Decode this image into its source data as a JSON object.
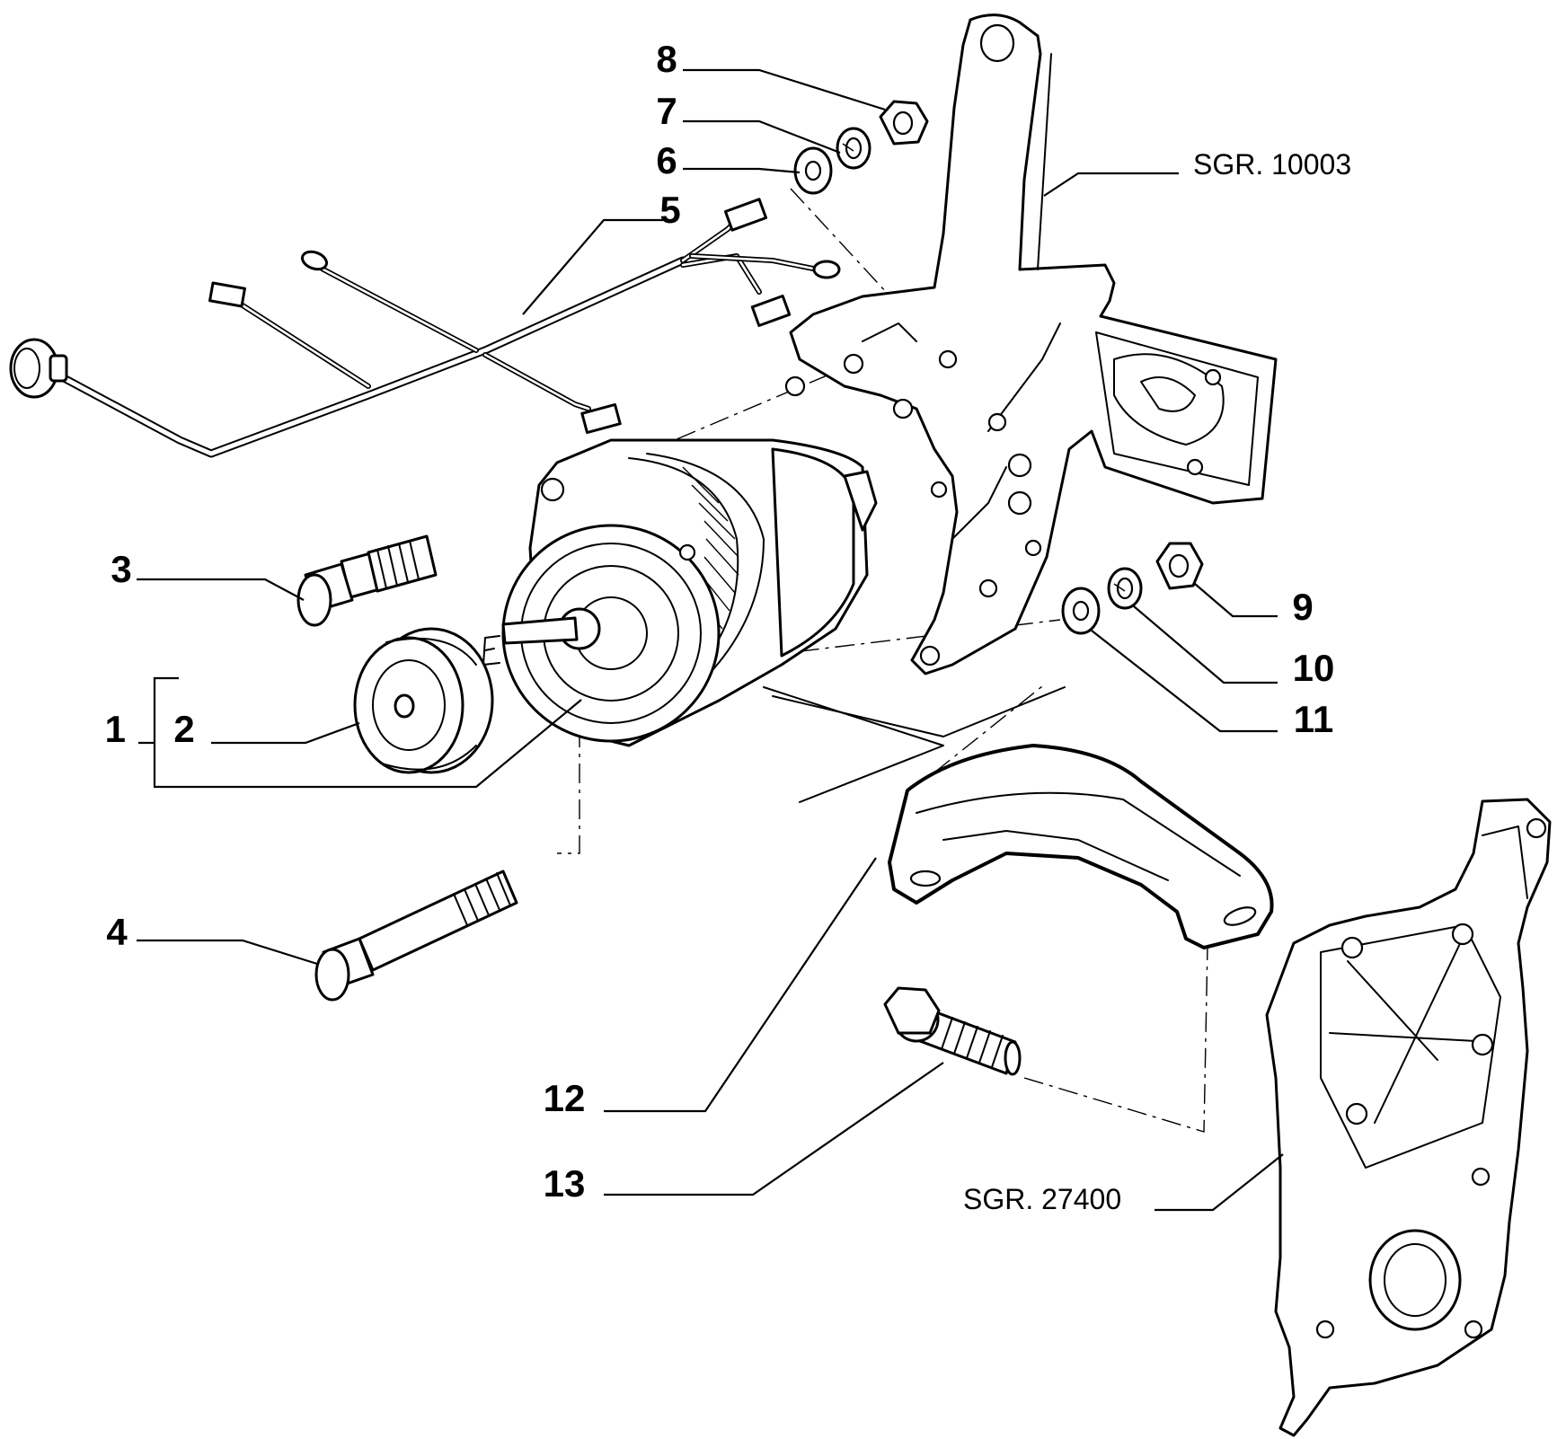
{
  "callouts": {
    "c1": "1",
    "c2": "2",
    "c3": "3",
    "c4": "4",
    "c5": "5",
    "c6": "6",
    "c7": "7",
    "c8": "8",
    "c9": "9",
    "c10": "10",
    "c11": "11",
    "c12": "12",
    "c13": "13"
  },
  "references": {
    "upper": "SGR. 10003",
    "lower": "SGR. 27400"
  }
}
